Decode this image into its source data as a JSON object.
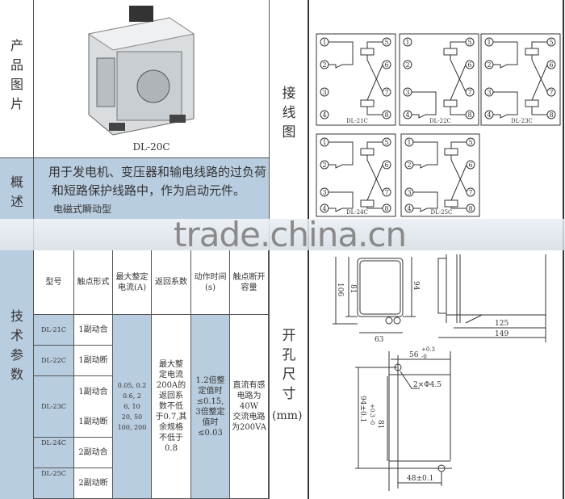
{
  "left": {
    "photo_label": "产品图片",
    "model": "DL-20C",
    "overview_label": "概述",
    "overview_line1": "用于发电机、变压器和输电线路的过负荷",
    "overview_line2": "和短路保护线路中，作为启动元件。",
    "overview_line3": "电磁式瞬动型",
    "tech_label": "技术参数"
  },
  "table": {
    "headers": [
      "型号",
      "触点形式",
      "最大整定\n电流(A)",
      "返回系数",
      "动作时间\n(s)",
      "触点断开\n容量"
    ],
    "models": [
      "DL-21C",
      "DL-22C",
      "DL-23C",
      "DL-24C",
      "DL-25C"
    ],
    "contacts": [
      "1副动合",
      "1副动断",
      "1副动合",
      "1副动断",
      "2副动合",
      "2副动断"
    ],
    "current": "0.05, 0.2\n0.6, 2\n6, 10\n20, 50\n100, 200",
    "return_coef": "最大整\n定电流\n200A的\n返回系\n数不低\n于0.7,其\n余规格\n不低于\n0.8",
    "action_time": "1.2倍整\n定值时\n≤0.15,\n3倍整定\n值时\n≤0.03",
    "capacity": "直流有感\n电路为\n40W\n交流电路\n为200VA"
  },
  "right": {
    "wiring_label": "接线图",
    "cutout_label": "开孔尺寸",
    "cutout_unit": "(mm)",
    "diagrams": [
      "DL-21C",
      "DL-22C",
      "DL-23C",
      "DL-24C",
      "DL-25C"
    ],
    "terminals": [
      "1",
      "2",
      "3",
      "4",
      "5",
      "6",
      "7",
      "8"
    ],
    "dims": {
      "h_outer": "106",
      "h_inner": "81",
      "h_right": "94",
      "width": "63",
      "depth1": "125",
      "depth2": "149",
      "cut_w": "56",
      "cut_w_tol_plus": "+0.3",
      "cut_w_tol_minus": "-0",
      "holes": "2×Φ4.5",
      "cut_h1": "94±0.1",
      "cut_h2": "81",
      "cut_h2_tol": "+0.3 -0",
      "hole_spacing": "48±0.1"
    }
  },
  "watermark": "trade.china.cn",
  "colors": {
    "accent": "#b9cde0"
  }
}
